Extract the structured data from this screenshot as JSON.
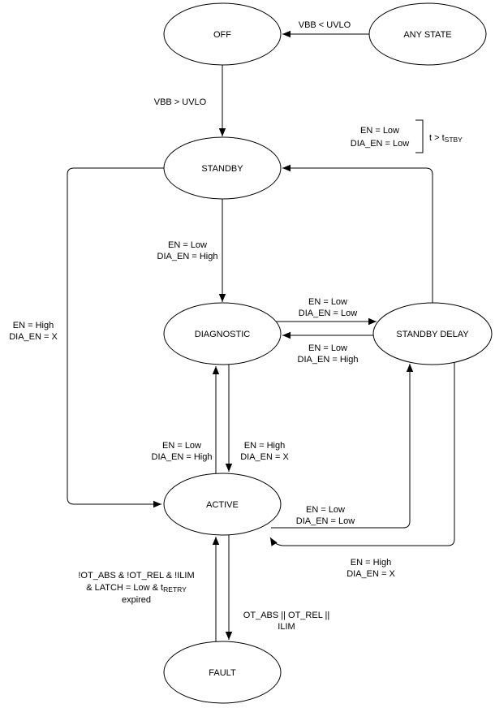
{
  "colors": {
    "background": "#ffffff",
    "stroke": "#000000",
    "text": "#000000"
  },
  "diagram": {
    "states": {
      "off": {
        "label": "OFF"
      },
      "any_state": {
        "label": "ANY STATE"
      },
      "standby": {
        "label": "STANDBY"
      },
      "diagnostic": {
        "label": "DIAGNOSTIC"
      },
      "standby_delay": {
        "label": "STANDBY DELAY"
      },
      "active": {
        "label": "ACTIVE"
      },
      "fault": {
        "label": "FAULT"
      }
    },
    "transitions": {
      "anystate_off": {
        "lines": [
          "VBB < UVLO"
        ]
      },
      "off_standby": {
        "lines": [
          "VBB > UVLO"
        ]
      },
      "standby_diagnostic": {
        "lines": [
          "EN = Low",
          "DIA_EN = High"
        ]
      },
      "standbydelay_standby": {
        "lines": [
          "EN = Low",
          "DIA_EN = Low"
        ],
        "timer_prefix": "t > t",
        "timer_sub": "STBY"
      },
      "diagnostic_standbydelay": {
        "lines": [
          "EN = Low",
          "DIA_EN = Low"
        ]
      },
      "standbydelay_diagnostic": {
        "lines": [
          "EN = Low",
          "DIA_EN = High"
        ]
      },
      "standby_active": {
        "lines": [
          "EN = High",
          "DIA_EN = X"
        ]
      },
      "active_diagnostic": {
        "lines": [
          "EN = Low",
          "DIA_EN = High"
        ]
      },
      "diagnostic_active": {
        "lines": [
          "EN = High",
          "DIA_EN = X"
        ]
      },
      "active_standbydelay": {
        "lines": [
          "EN = Low",
          "DIA_EN = Low"
        ]
      },
      "standbydelay_active": {
        "lines": [
          "EN = High",
          "DIA_EN = X"
        ]
      },
      "active_fault": {
        "lines": [
          "OT_ABS || OT_REL ||",
          "ILIM"
        ]
      },
      "fault_active": {
        "line1": "!OT_ABS & !OT_REL & !ILIM",
        "line2_prefix": "& LATCH = Low & t",
        "line2_sub": "RETRY",
        "line3": "expired"
      }
    }
  }
}
